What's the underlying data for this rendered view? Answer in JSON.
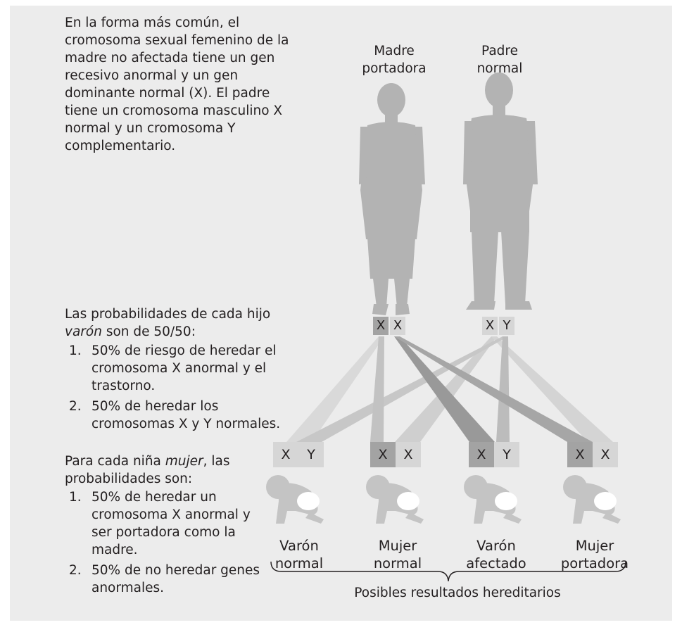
{
  "intro_text": "En la forma más común, el cromosoma sexual femenino de la madre no afectada tiene un gen recesivo anormal y un gen dominante normal (X). El padre tiene un cromosoma masculino X normal y un cromosoma Y complementario.",
  "parents": {
    "mother": {
      "line1": "Madre",
      "line2": "portadora",
      "chromosomes": [
        "X",
        "X"
      ]
    },
    "father": {
      "line1": "Padre",
      "line2": "normal",
      "chromosomes": [
        "X",
        "Y"
      ]
    }
  },
  "male_section": {
    "heading_pre": "Las probabilidades de cada hijo ",
    "heading_em": "varón",
    "heading_post": " son de 50/50:",
    "items": [
      {
        "num": "1.",
        "text": "50% de riesgo de heredar el cromosoma X anormal y el trastorno."
      },
      {
        "num": "2.",
        "text": "50% de heredar los cromosomas X y Y normales."
      }
    ]
  },
  "female_section": {
    "heading_pre": "Para cada niña ",
    "heading_em": "mujer",
    "heading_post": ", las probabilidades son:",
    "items": [
      {
        "num": "1.",
        "text": "50% de heredar un cromosoma X anormal y ser portadora como la madre."
      },
      {
        "num": "2.",
        "text": "50% de no heredar genes anormales."
      }
    ]
  },
  "outcomes": [
    {
      "line1": "Varón",
      "line2": "normal",
      "chromosomes": [
        "X",
        "Y"
      ]
    },
    {
      "line1": "Mujer",
      "line2": "normal",
      "chromosomes": [
        "X",
        "X"
      ]
    },
    {
      "line1": "Varón",
      "line2": "afectado",
      "chromosomes": [
        "X",
        "Y"
      ]
    },
    {
      "line1": "Mujer",
      "line2": "portadora",
      "chromosomes": [
        "X",
        "X"
      ]
    }
  ],
  "footer_label": "Posibles resultados hereditarios",
  "colors": {
    "panel_bg": "#ececec",
    "silhouette": "#b3b3b3",
    "normal_box": "#d6d6d6",
    "abnormal_box": "#a3a3a3"
  }
}
